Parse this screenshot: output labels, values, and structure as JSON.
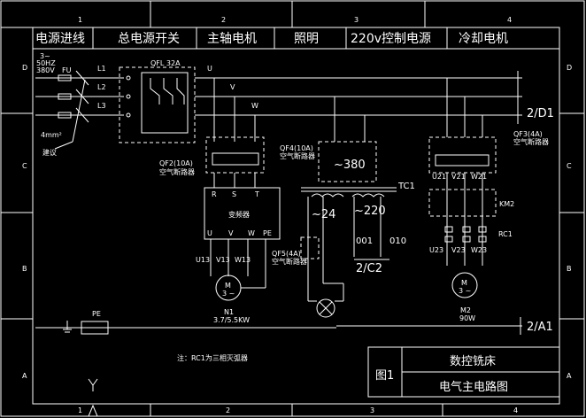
{
  "header": {
    "cells": [
      "电源进线",
      "总电源开关",
      "主轴电机",
      "照明",
      "220v控制电源",
      "冷却电机"
    ]
  },
  "border": {
    "top_numbers": [
      "1",
      "2",
      "3",
      "4"
    ],
    "bottom_numbers": [
      "1",
      "2",
      "3",
      "4"
    ],
    "side_letters": [
      "D",
      "C",
      "B",
      "A"
    ]
  },
  "power_in": {
    "phase_text": "3~",
    "freq_text": "50HZ",
    "volt_text": "380V",
    "fuse_label": "FU",
    "lines": [
      "L1",
      "L2",
      "L3"
    ],
    "wire_text": "4mm²",
    "suggest_text": "建议"
  },
  "main_switch": {
    "label": "QFL 32A"
  },
  "busbar": {
    "u": "U",
    "v": "V",
    "w": "W",
    "ref_d1": "2/D1",
    "ref_a1": "2/A1"
  },
  "spindle": {
    "breaker_label": "QF2(10A)",
    "breaker_type": "空气断路器",
    "inverter_inputs": [
      "R",
      "S",
      "T"
    ],
    "inverter_name": "变频器",
    "inverter_outputs": [
      "U",
      "V",
      "W",
      "PE"
    ],
    "motor_terms": [
      "U13",
      "V13",
      "W13"
    ],
    "motor_symbol": "M",
    "motor_phase": "3 ~",
    "motor_name": "N1",
    "motor_rating": "3.7/5.5KW"
  },
  "lighting": {
    "breaker_label": "QF4(10A)",
    "breaker_type": "空气断路器",
    "transformer_label": "TC1",
    "primary": "~380",
    "secondary_left": "~24",
    "secondary_right": "~220",
    "term_001": "001",
    "term_010": "010",
    "ref_c2": "2/C2",
    "qf5_label": "QF5(4A)",
    "qf5_type": "空气断路器"
  },
  "coolant": {
    "breaker_label": "QF3(4A)",
    "breaker_type": "空气断路器",
    "terms_top": [
      "U21",
      "V21",
      "W21"
    ],
    "contactor": "KM2",
    "rc_label": "RC1",
    "terms_bottom": [
      "U23",
      "V23",
      "W23"
    ],
    "motor_symbol": "M",
    "motor_phase": "3 ~",
    "motor_name": "M2",
    "motor_rating": "90W"
  },
  "ground": {
    "pe_label": "PE"
  },
  "note": "注：RC1为三相灭弧器",
  "title_block": {
    "fig": "图1",
    "machine": "数控铣床",
    "diagram": "电气主电路图"
  }
}
